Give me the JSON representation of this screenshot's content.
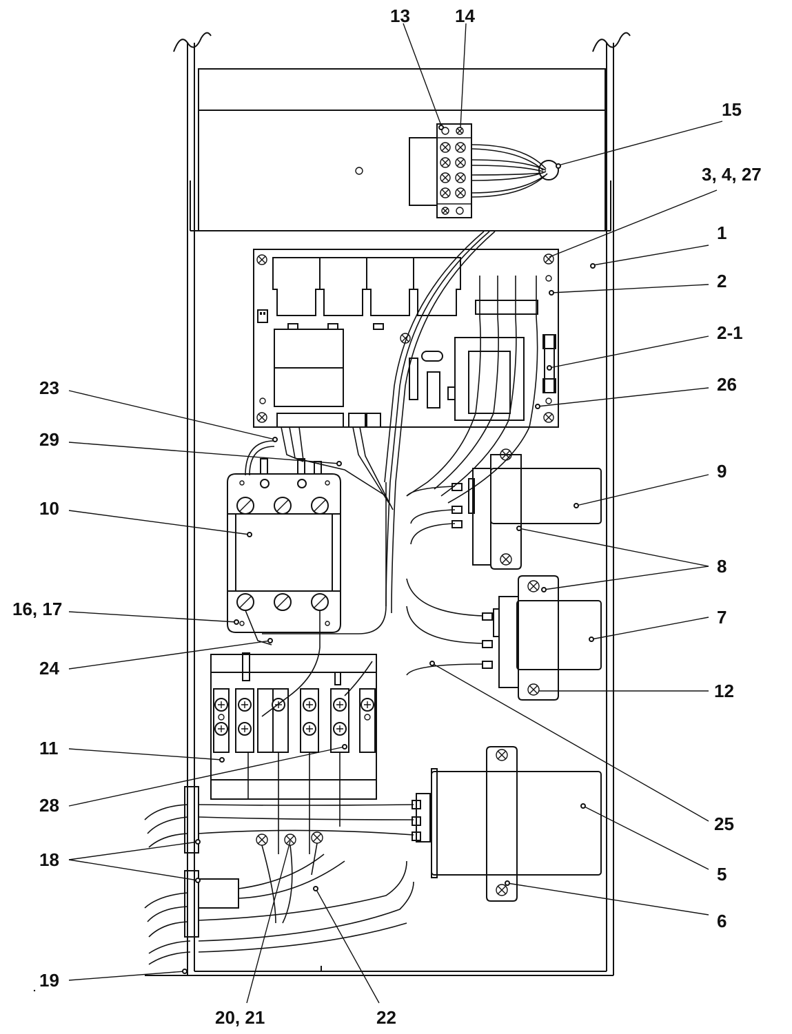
{
  "diagram": {
    "callouts": [
      {
        "id": "c13",
        "label": "13"
      },
      {
        "id": "c14",
        "label": "14"
      },
      {
        "id": "c15",
        "label": "15"
      },
      {
        "id": "c3427",
        "label": "3, 4, 27"
      },
      {
        "id": "c1",
        "label": "1"
      },
      {
        "id": "c2",
        "label": "2"
      },
      {
        "id": "c2-1",
        "label": "2-1"
      },
      {
        "id": "c26",
        "label": "26"
      },
      {
        "id": "c23",
        "label": "23"
      },
      {
        "id": "c29",
        "label": "29"
      },
      {
        "id": "c9",
        "label": "9"
      },
      {
        "id": "c10",
        "label": "10"
      },
      {
        "id": "c8",
        "label": "8"
      },
      {
        "id": "c16",
        "label": "16, 17"
      },
      {
        "id": "c7",
        "label": "7"
      },
      {
        "id": "c24",
        "label": "24"
      },
      {
        "id": "c12",
        "label": "12"
      },
      {
        "id": "c11",
        "label": "11"
      },
      {
        "id": "c28",
        "label": "28"
      },
      {
        "id": "c25",
        "label": "25"
      },
      {
        "id": "c18",
        "label": "18"
      },
      {
        "id": "c5",
        "label": "5"
      },
      {
        "id": "c6",
        "label": "6"
      },
      {
        "id": "c19",
        "label": "19"
      },
      {
        "id": "c2021",
        "label": "20, 21"
      },
      {
        "id": "c22",
        "label": "22"
      }
    ]
  }
}
